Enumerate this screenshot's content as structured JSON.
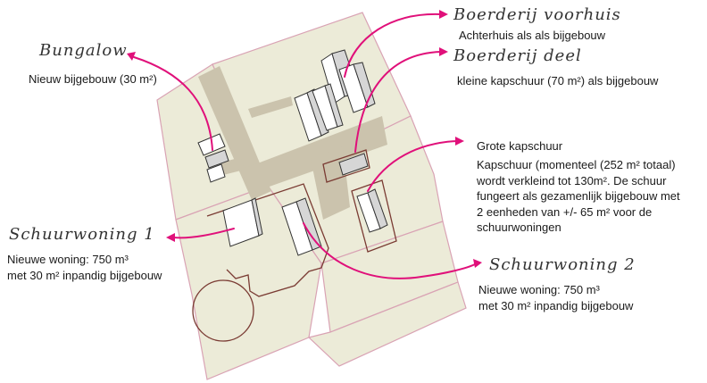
{
  "labels": {
    "voorhuis_title": "Boerderij voorhuis",
    "voorhuis_desc": "Achterhuis als als bijgebouw",
    "deel_title": "Boerderij deel",
    "deel_desc": "kleine kapschuur (70 m²) als bijgebouw",
    "bungalow_title": "Bungalow",
    "bungalow_desc": "Nieuw bijgebouw (30 m²)",
    "kapschuur_title": "Grote kapschuur",
    "kapschuur_desc": [
      "Kapschuur (momenteel (252 m² totaal)",
      "wordt verkleind tot 130m². De schuur",
      "fungeert als gezamenlijk bijgebouw met",
      "2 eenheden van +/- 65 m² voor de",
      "schuurwoningen"
    ],
    "schuur1_title": "Schuurwoning 1",
    "schuur1_desc": [
      "Nieuwe woning: 750 m³",
      "met 30 m² inpandig bijgebouw"
    ],
    "schuur2_title": "Schuurwoning 2",
    "schuur2_desc": [
      "Nieuwe woning: 750 m³",
      "met 30 m² inpandig bijgebouw"
    ]
  },
  "colors": {
    "parcel_fill": "#ecebd8",
    "parcel_border": "#d9a3b4",
    "path_fill": "#cbc3ad",
    "outline_brown": "#7a3b33",
    "arrow_magenta": "#e0107a",
    "building_fill": "#ffffff",
    "building_grey": "#d6d6d6"
  }
}
